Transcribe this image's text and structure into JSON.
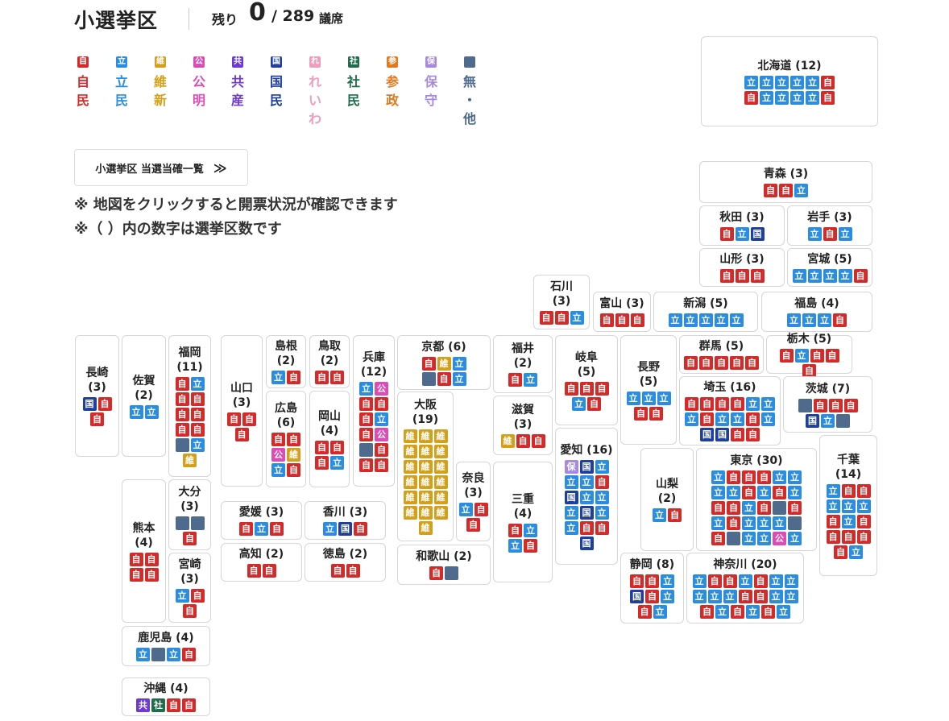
{
  "header": {
    "title": "小選挙区",
    "remaining_label": "残り",
    "remaining_count": "0",
    "total": "/ 289",
    "unit": "議席"
  },
  "parties": [
    {
      "code": "jimin",
      "badge": "自",
      "name": "自\n民",
      "color": "#d32a2a"
    },
    {
      "code": "rikken",
      "badge": "立",
      "name": "立\n民",
      "color": "#2a8de0"
    },
    {
      "code": "ishin",
      "badge": "維",
      "name": "維\n新",
      "color": "#d5a019"
    },
    {
      "code": "komei",
      "badge": "公",
      "name": "公\n明",
      "color": "#dd4bb7"
    },
    {
      "code": "kyosan",
      "badge": "共",
      "name": "共\n産",
      "color": "#6d3bd0"
    },
    {
      "code": "kokumin",
      "badge": "国",
      "name": "国\n民",
      "color": "#1e3f9c"
    },
    {
      "code": "reiwa",
      "badge": "れ",
      "name": "れ\nい\nわ",
      "color": "#ef9dbd"
    },
    {
      "code": "shamin",
      "badge": "社",
      "name": "社\n民",
      "color": "#1f6b4a"
    },
    {
      "code": "sansei",
      "badge": "参",
      "name": "参\n政",
      "color": "#e07a1f"
    },
    {
      "code": "hoshu",
      "badge": "保",
      "name": "保\n守",
      "color": "#a78ae0"
    },
    {
      "code": "other",
      "badge": "",
      "name": "無\n・\n他",
      "color": "#4e6a8c"
    }
  ],
  "list_button": {
    "label": "小選挙区 当選当確一覧",
    "chevron": "≫"
  },
  "notes": [
    "※ 地図をクリックすると開票状況が確認できます",
    "※（ ）内の数字は選挙区数です"
  ],
  "prefectures": [
    {
      "id": "hokkaido",
      "name": "北海道 (12)",
      "seats": [
        "立",
        "立",
        "立",
        "立",
        "立",
        "自",
        "自",
        "立",
        "立",
        "立",
        "立",
        "自"
      ]
    },
    {
      "id": "aomori",
      "name": "青森 (3)",
      "seats": [
        "自",
        "自",
        "立"
      ]
    },
    {
      "id": "akita",
      "name": "秋田 (3)",
      "seats": [
        "自",
        "立",
        "国"
      ]
    },
    {
      "id": "iwate",
      "name": "岩手 (3)",
      "seats": [
        "立",
        "自",
        "立"
      ]
    },
    {
      "id": "yamagata",
      "name": "山形 (3)",
      "seats": [
        "自",
        "自",
        "自"
      ]
    },
    {
      "id": "miyagi",
      "name": "宮城 (5)",
      "seats": [
        "立",
        "立",
        "立",
        "立",
        "自"
      ]
    },
    {
      "id": "ishikawa",
      "name": "石川\n(3)",
      "seats": [
        "自",
        "自",
        "立"
      ]
    },
    {
      "id": "toyama",
      "name": "富山 (3)",
      "seats": [
        "自",
        "自",
        "自"
      ]
    },
    {
      "id": "niigata",
      "name": "新潟 (5)",
      "seats": [
        "立",
        "立",
        "立",
        "立",
        "立"
      ]
    },
    {
      "id": "fukushima",
      "name": "福島 (4)",
      "seats": [
        "立",
        "立",
        "立",
        "自"
      ]
    },
    {
      "id": "nagasaki",
      "name": "長崎\n(3)",
      "seats": [
        "国",
        "自",
        "自"
      ]
    },
    {
      "id": "saga",
      "name": "佐賀\n(2)",
      "seats": [
        "立",
        "立"
      ]
    },
    {
      "id": "fukuoka",
      "name": "福岡\n(11)",
      "seats": [
        "自",
        "立",
        "自",
        "自",
        "自",
        "自",
        "自",
        "自",
        "無",
        "立",
        "維"
      ]
    },
    {
      "id": "yamaguchi",
      "name": "山口\n(3)",
      "seats": [
        "自",
        "自",
        "自"
      ]
    },
    {
      "id": "shimane",
      "name": "島根\n(2)",
      "seats": [
        "立",
        "自"
      ]
    },
    {
      "id": "tottori",
      "name": "鳥取\n(2)",
      "seats": [
        "自",
        "自"
      ]
    },
    {
      "id": "hiroshima",
      "name": "広島\n(6)",
      "seats": [
        "自",
        "自",
        "公",
        "維",
        "立",
        "自"
      ]
    },
    {
      "id": "okayama",
      "name": "岡山\n(4)",
      "seats": [
        "自",
        "自",
        "自",
        "立"
      ]
    },
    {
      "id": "hyogo",
      "name": "兵庫\n(12)",
      "seats": [
        "立",
        "公",
        "自",
        "自",
        "自",
        "立",
        "自",
        "公",
        "無",
        "自",
        "自",
        "自"
      ]
    },
    {
      "id": "kyoto",
      "name": "京都 (6)",
      "seats": [
        "自",
        "維",
        "立",
        "無",
        "自",
        "立"
      ]
    },
    {
      "id": "osaka",
      "name": "大阪\n(19)",
      "seats": [
        "維",
        "維",
        "維",
        "維",
        "維",
        "維",
        "維",
        "維",
        "維",
        "維",
        "維",
        "維",
        "維",
        "維",
        "維",
        "維",
        "維",
        "維",
        "維"
      ]
    },
    {
      "id": "fukui",
      "name": "福井\n(2)",
      "seats": [
        "自",
        "立"
      ]
    },
    {
      "id": "shiga",
      "name": "滋賀\n(3)",
      "seats": [
        "維",
        "自",
        "自"
      ]
    },
    {
      "id": "gifu",
      "name": "岐阜\n(5)",
      "seats": [
        "自",
        "自",
        "自",
        "立",
        "自"
      ]
    },
    {
      "id": "nagano",
      "name": "長野\n(5)",
      "seats": [
        "立",
        "立",
        "立",
        "自",
        "自"
      ]
    },
    {
      "id": "gunma",
      "name": "群馬 (5)",
      "seats": [
        "自",
        "自",
        "自",
        "自",
        "自"
      ]
    },
    {
      "id": "tochigi",
      "name": "栃木 (5)",
      "seats": [
        "自",
        "立",
        "自",
        "自",
        "自"
      ]
    },
    {
      "id": "saitama",
      "name": "埼玉 (16)",
      "seats": [
        "自",
        "自",
        "自",
        "自",
        "立",
        "立",
        "立",
        "自",
        "立",
        "立",
        "自",
        "立",
        "国",
        "国",
        "自",
        "自"
      ]
    },
    {
      "id": "ibaraki",
      "name": "茨城 (7)",
      "seats": [
        "無",
        "自",
        "自",
        "自",
        "国",
        "立",
        "無"
      ]
    },
    {
      "id": "aichi",
      "name": "愛知 (16)",
      "seats": [
        "保",
        "国",
        "立",
        "立",
        "立",
        "自",
        "国",
        "立",
        "立",
        "立",
        "国",
        "立",
        "立",
        "自",
        "自",
        "国"
      ]
    },
    {
      "id": "nara",
      "name": "奈良\n(3)",
      "seats": [
        "立",
        "自",
        "自"
      ]
    },
    {
      "id": "mie",
      "name": "三重\n(4)",
      "seats": [
        "自",
        "立",
        "立",
        "自"
      ]
    },
    {
      "id": "wakayama",
      "name": "和歌山 (2)",
      "seats": [
        "自",
        "無"
      ]
    },
    {
      "id": "yamanashi",
      "name": "山梨\n(2)",
      "seats": [
        "立",
        "自"
      ]
    },
    {
      "id": "tokyo",
      "name": "東京 (30)",
      "seats": [
        "立",
        "自",
        "自",
        "自",
        "立",
        "立",
        "立",
        "立",
        "自",
        "立",
        "自",
        "立",
        "自",
        "自",
        "立",
        "自",
        "無",
        "自",
        "立",
        "自",
        "立",
        "立",
        "立",
        "無",
        "自",
        "無",
        "立",
        "立",
        "公",
        "立"
      ]
    },
    {
      "id": "chiba",
      "name": "千葉\n(14)",
      "seats": [
        "立",
        "自",
        "自",
        "立",
        "立",
        "立",
        "自",
        "立",
        "自",
        "自",
        "自",
        "自",
        "自",
        "立"
      ]
    },
    {
      "id": "ehime",
      "name": "愛媛 (3)",
      "seats": [
        "自",
        "立",
        "自"
      ]
    },
    {
      "id": "kagawa",
      "name": "香川 (3)",
      "seats": [
        "立",
        "国",
        "自"
      ]
    },
    {
      "id": "kochi",
      "name": "高知 (2)",
      "seats": [
        "自",
        "自"
      ]
    },
    {
      "id": "tokushima",
      "name": "徳島 (2)",
      "seats": [
        "自",
        "自"
      ]
    },
    {
      "id": "kumamoto",
      "name": "熊本\n(4)",
      "seats": [
        "自",
        "自",
        "自",
        "自"
      ]
    },
    {
      "id": "oita",
      "name": "大分\n(3)",
      "seats": [
        "無",
        "無",
        "自"
      ]
    },
    {
      "id": "miyazaki",
      "name": "宮崎\n(3)",
      "seats": [
        "立",
        "自",
        "自"
      ]
    },
    {
      "id": "kagoshima",
      "name": "鹿児島 (4)",
      "seats": [
        "立",
        "無",
        "立",
        "自"
      ]
    },
    {
      "id": "okinawa",
      "name": "沖縄 (4)",
      "seats": [
        "共",
        "社",
        "自",
        "自"
      ]
    },
    {
      "id": "shizuoka",
      "name": "静岡 (8)",
      "seats": [
        "自",
        "自",
        "立",
        "国",
        "自",
        "立",
        "自",
        "立"
      ]
    },
    {
      "id": "kanagawa",
      "name": "神奈川 (20)",
      "seats": [
        "立",
        "自",
        "自",
        "立",
        "自",
        "立",
        "立",
        "立",
        "立",
        "立",
        "自",
        "自",
        "立",
        "立",
        "自",
        "立",
        "自",
        "立",
        "自",
        "立"
      ]
    }
  ]
}
